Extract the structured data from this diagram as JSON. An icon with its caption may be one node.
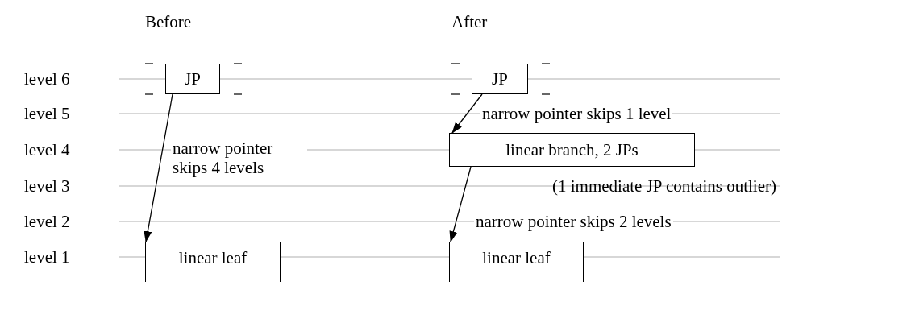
{
  "diagram": {
    "nodes": [
      {
        "text": [
          "JP"
        ]
      },
      {
        "text": [
          "linear leaf"
        ]
      },
      {
        "text": [
          "JP"
        ]
      },
      {
        "text": [
          "linear branch, 2 JPs"
        ]
      },
      {
        "text": [
          "linear leaf"
        ]
      }
    ],
    "edges": [
      {
        "from": 0,
        "to": 1,
        "arrow": "to",
        "label": "narrow pointer skips 4 levels"
      },
      {
        "from": 2,
        "to": 3,
        "arrow": "to",
        "label": "narrow pointer skips 1 level"
      },
      {
        "from": 3,
        "to": 4,
        "arrow": "to",
        "label": "narrow pointer skips 2 levels"
      }
    ],
    "labels": [
      "Before",
      "After",
      "level 6",
      "level 5",
      "level 4",
      "level 3",
      "level 2",
      "level 1",
      "(1 immediate JP contains outlier)"
    ]
  }
}
